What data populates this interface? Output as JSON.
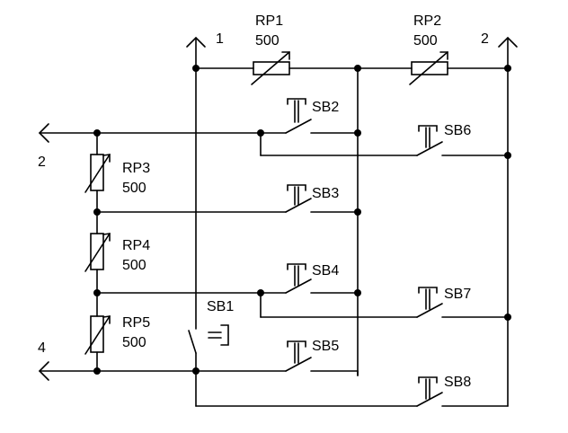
{
  "terminals": {
    "t1": "1",
    "t2_top": "2",
    "t2_left": "2",
    "t4": "4"
  },
  "resistors": {
    "rp1": {
      "name": "RP1",
      "value": "500"
    },
    "rp2": {
      "name": "RP2",
      "value": "500"
    },
    "rp3": {
      "name": "RP3",
      "value": "500"
    },
    "rp4": {
      "name": "RP4",
      "value": "500"
    },
    "rp5": {
      "name": "RP5",
      "value": "500"
    }
  },
  "switches": {
    "sb1": "SB1",
    "sb2": "SB2",
    "sb3": "SB3",
    "sb4": "SB4",
    "sb5": "SB5",
    "sb6": "SB6",
    "sb7": "SB7",
    "sb8": "SB8"
  }
}
